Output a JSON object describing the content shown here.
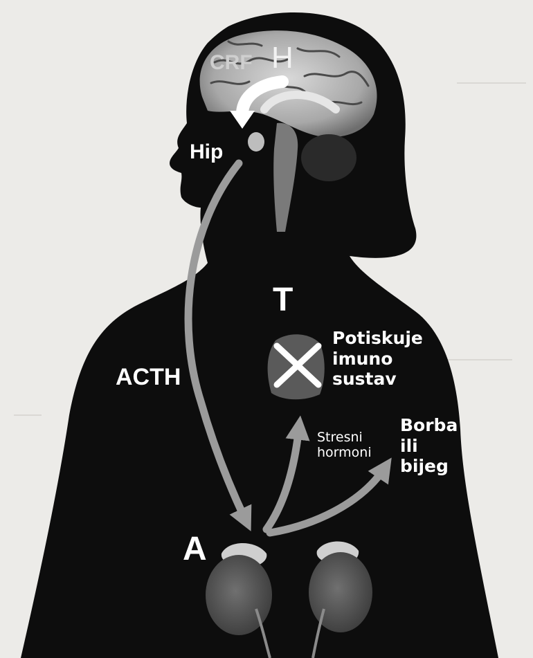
{
  "labels": {
    "crf": "CRF",
    "h": "H",
    "hip": "Hip",
    "acth": "ACTH",
    "t": "T",
    "a": "A",
    "potiskuje": [
      "Potiskuje",
      "imuno",
      "sustav"
    ],
    "stresni": [
      "Stresni",
      "hormoni"
    ],
    "borba": [
      "Borba",
      "ili",
      "bijeg"
    ]
  },
  "colors": {
    "background": "#ecebe8",
    "silhouette": "#0d0d0d",
    "arrow": "#9b9b9b",
    "organ": "#5a5a5a",
    "gland": "#cfcfcf"
  }
}
